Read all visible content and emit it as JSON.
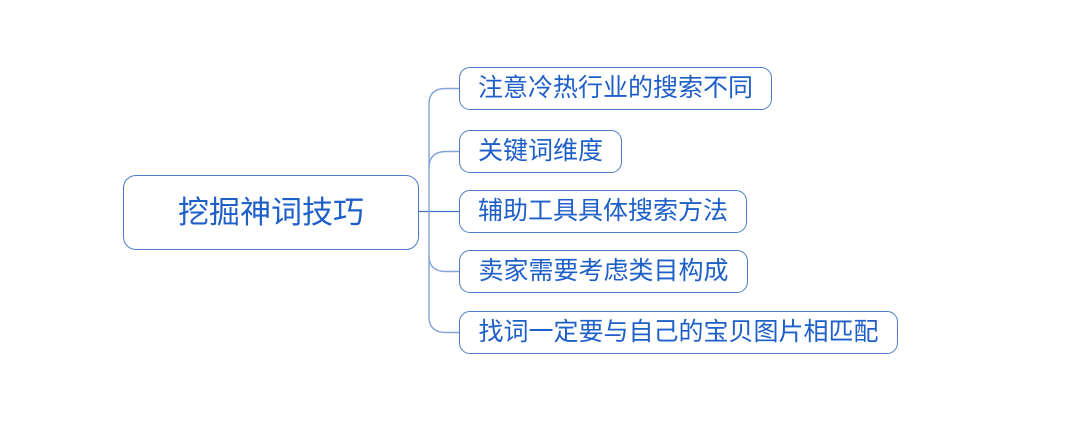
{
  "mindmap": {
    "root": {
      "label": "挖掘神词技巧"
    },
    "children": [
      {
        "label": "注意冷热行业的搜索不同"
      },
      {
        "label": "关键词维度"
      },
      {
        "label": "辅助工具具体搜索方法"
      },
      {
        "label": "卖家需要考虑类目构成"
      },
      {
        "label": "找词一定要与自己的宝贝图片相匹配"
      }
    ],
    "colors": {
      "node_border": "#4d7ec5",
      "node_text": "#1e5fc8",
      "line": "#84a4d6",
      "line_dark": "#4472c4",
      "background": "#ffffff"
    }
  }
}
